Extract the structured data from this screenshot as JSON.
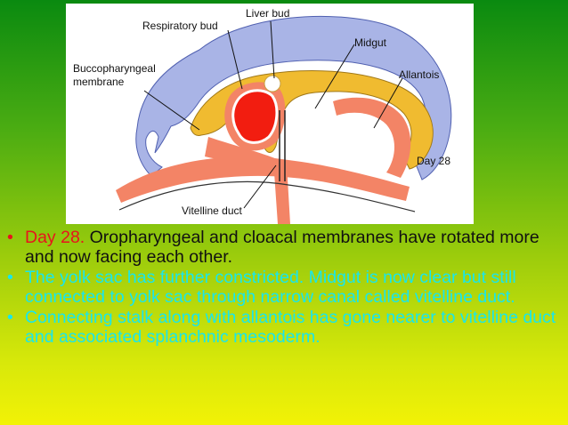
{
  "diagram": {
    "labels": {
      "respiratory_bud": "Respiratory bud",
      "liver_bud": "Liver bud",
      "midgut": "Midgut",
      "buccopharyngeal_line1": "Buccopharyngeal",
      "buccopharyngeal_line2": "membrane",
      "allantois": "Allantois",
      "day": "Day 28",
      "vitelline_duct": "Vitelline duct"
    }
  },
  "bullets": [
    {
      "lead": "Day 28.",
      "text": " Oropharyngeal and cloacal membranes have rotated more and now facing each other."
    },
    {
      "text": "The yolk sac has further constricted. Midgut is now clear but still connected to yolk sac through narrow canal called vitelline duct."
    },
    {
      "text": "Connecting stalk along with allantois has gone nearer to vitelline duct and associated splanchnic mesoderm."
    }
  ],
  "colors": {
    "ectoderm_blue": "#a9b4e6",
    "endoderm_yellow": "#f0bb30",
    "mesoderm_orange": "#f38466",
    "heart_red": "#f21d10",
    "bullet_red": "#e8141c",
    "bullet_cyan": "#19e6ec"
  }
}
